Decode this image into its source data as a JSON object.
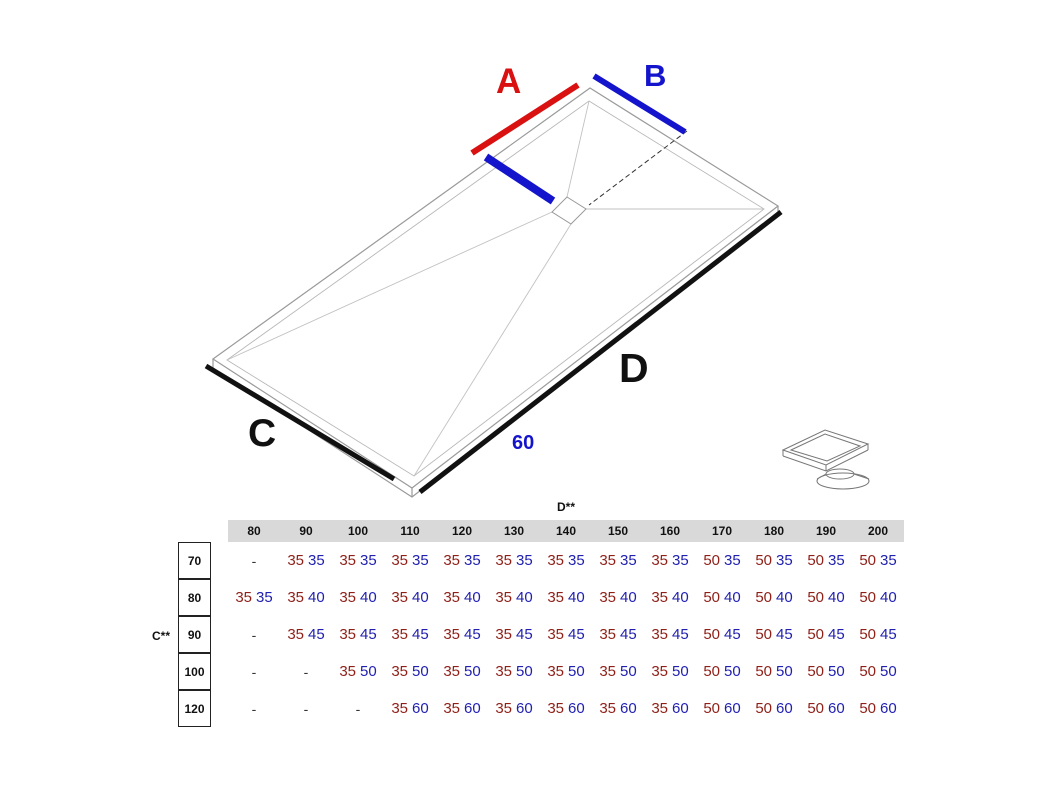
{
  "page": {
    "background": "#ffffff"
  },
  "diagram": {
    "labels": {
      "a": "A",
      "b": "B",
      "c": "C",
      "d": "D",
      "drain_offset": "60"
    },
    "colors": {
      "accent_red": "#d91111",
      "accent_blue": "#1414cc",
      "value_red": "#8f1f17",
      "value_blue": "#2121b0",
      "header_bg": "#d9d9d9"
    }
  },
  "table": {
    "col_axis_label": "D**",
    "row_axis_label": "C**",
    "columns": [
      "80",
      "90",
      "100",
      "110",
      "120",
      "130",
      "140",
      "150",
      "160",
      "170",
      "180",
      "190",
      "200"
    ],
    "empty_cell": "-",
    "rows": [
      {
        "label": "70",
        "cells": [
          null,
          [
            35,
            35
          ],
          [
            35,
            35
          ],
          [
            35,
            35
          ],
          [
            35,
            35
          ],
          [
            35,
            35
          ],
          [
            35,
            35
          ],
          [
            35,
            35
          ],
          [
            35,
            35
          ],
          [
            50,
            35
          ],
          [
            50,
            35
          ],
          [
            50,
            35
          ],
          [
            50,
            35
          ]
        ]
      },
      {
        "label": "80",
        "cells": [
          [
            35,
            35
          ],
          [
            35,
            40
          ],
          [
            35,
            40
          ],
          [
            35,
            40
          ],
          [
            35,
            40
          ],
          [
            35,
            40
          ],
          [
            35,
            40
          ],
          [
            35,
            40
          ],
          [
            35,
            40
          ],
          [
            50,
            40
          ],
          [
            50,
            40
          ],
          [
            50,
            40
          ],
          [
            50,
            40
          ]
        ]
      },
      {
        "label": "90",
        "cells": [
          null,
          [
            35,
            45
          ],
          [
            35,
            45
          ],
          [
            35,
            45
          ],
          [
            35,
            45
          ],
          [
            35,
            45
          ],
          [
            35,
            45
          ],
          [
            35,
            45
          ],
          [
            35,
            45
          ],
          [
            50,
            45
          ],
          [
            50,
            45
          ],
          [
            50,
            45
          ],
          [
            50,
            45
          ]
        ]
      },
      {
        "label": "100",
        "cells": [
          null,
          null,
          [
            35,
            50
          ],
          [
            35,
            50
          ],
          [
            35,
            50
          ],
          [
            35,
            50
          ],
          [
            35,
            50
          ],
          [
            35,
            50
          ],
          [
            35,
            50
          ],
          [
            50,
            50
          ],
          [
            50,
            50
          ],
          [
            50,
            50
          ],
          [
            50,
            50
          ]
        ]
      },
      {
        "label": "120",
        "cells": [
          null,
          null,
          null,
          [
            35,
            60
          ],
          [
            35,
            60
          ],
          [
            35,
            60
          ],
          [
            35,
            60
          ],
          [
            35,
            60
          ],
          [
            35,
            60
          ],
          [
            50,
            60
          ],
          [
            50,
            60
          ],
          [
            50,
            60
          ],
          [
            50,
            60
          ]
        ]
      }
    ]
  }
}
